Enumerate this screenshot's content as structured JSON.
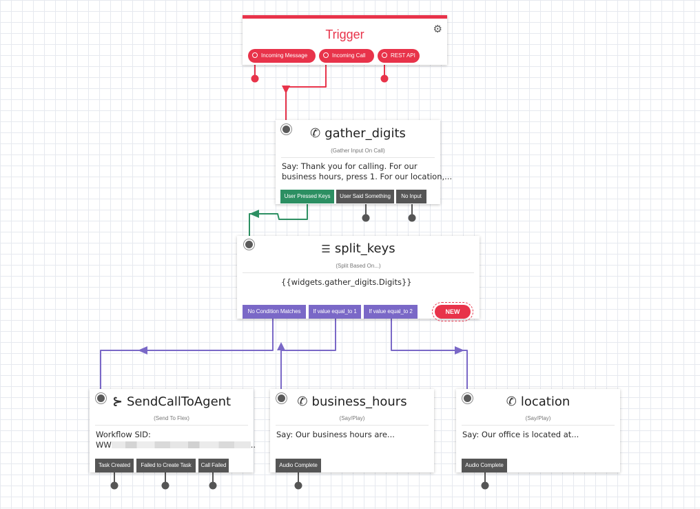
{
  "colors": {
    "trigger_red": "#e8334a",
    "success_green": "#2c8f62",
    "split_purple": "#7a68c7",
    "port_gray": "#555555"
  },
  "trigger": {
    "title": "Trigger",
    "settings_icon": "gears-icon",
    "ports": [
      "Incoming Message",
      "Incoming Call",
      "REST API"
    ]
  },
  "gather": {
    "icon": "phone-icon",
    "title": "gather_digits",
    "subtitle": "(Gather Input On Call)",
    "body_line1": "Say: Thank you for calling. For our",
    "body_line2": "business hours, press 1. For our location,...",
    "ports": [
      "User Pressed Keys",
      "User Said Something",
      "No Input"
    ]
  },
  "split": {
    "icon": "split-icon",
    "title": "split_keys",
    "subtitle": "(Split Based On...)",
    "body": "{{widgets.gather_digits.Digits}}",
    "ports": [
      "No Condition Matches",
      "If value equal_to 1",
      "If value equal_to 2"
    ],
    "new_label": "NEW"
  },
  "send_to_agent": {
    "icon": "flex-icon",
    "title": "SendCallToAgent",
    "subtitle": "(Send To Flex)",
    "body_line1": "Workflow SID:",
    "body_prefix": "WW",
    "body_suffix": "..",
    "ports": [
      "Task Created",
      "Failed to Create Task",
      "Call Failed"
    ]
  },
  "business_hours": {
    "icon": "phone-icon",
    "title": "business_hours",
    "subtitle": "(Say/Play)",
    "body": "Say: Our business hours are...",
    "ports": [
      "Audio Complete"
    ]
  },
  "location": {
    "icon": "phone-icon",
    "title": "location",
    "subtitle": "(Say/Play)",
    "body": "Say: Our office is located at...",
    "ports": [
      "Audio Complete"
    ]
  }
}
